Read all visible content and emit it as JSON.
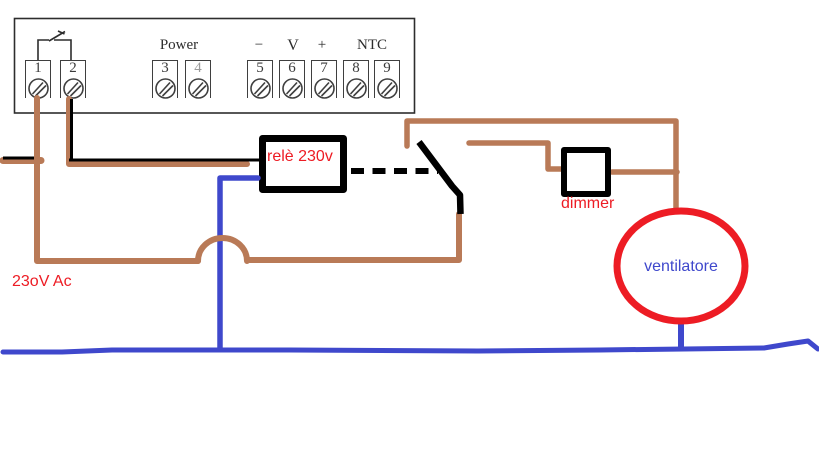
{
  "colors": {
    "wire_brown": "#b97a57",
    "wire_blue": "#3f48cc",
    "wire_black": "#000000",
    "accent_red": "#ed1c24",
    "scan_ink": "#2d2d2d"
  },
  "terminal_block": {
    "power_label": "Power",
    "minus_label": "−",
    "voltage_label": "V",
    "plus_label": "+",
    "ntc_label": "NTC",
    "terminals": [
      {
        "number": "1"
      },
      {
        "number": "2"
      },
      {
        "number": "3"
      },
      {
        "number": "4"
      },
      {
        "number": "5"
      },
      {
        "number": "6"
      },
      {
        "number": "7"
      },
      {
        "number": "8"
      },
      {
        "number": "9"
      }
    ]
  },
  "components": {
    "relay_label": "relè 230v",
    "dimmer_label": "dimmer",
    "fan_label": "ventilatore",
    "supply_label": "23oV Ac"
  }
}
